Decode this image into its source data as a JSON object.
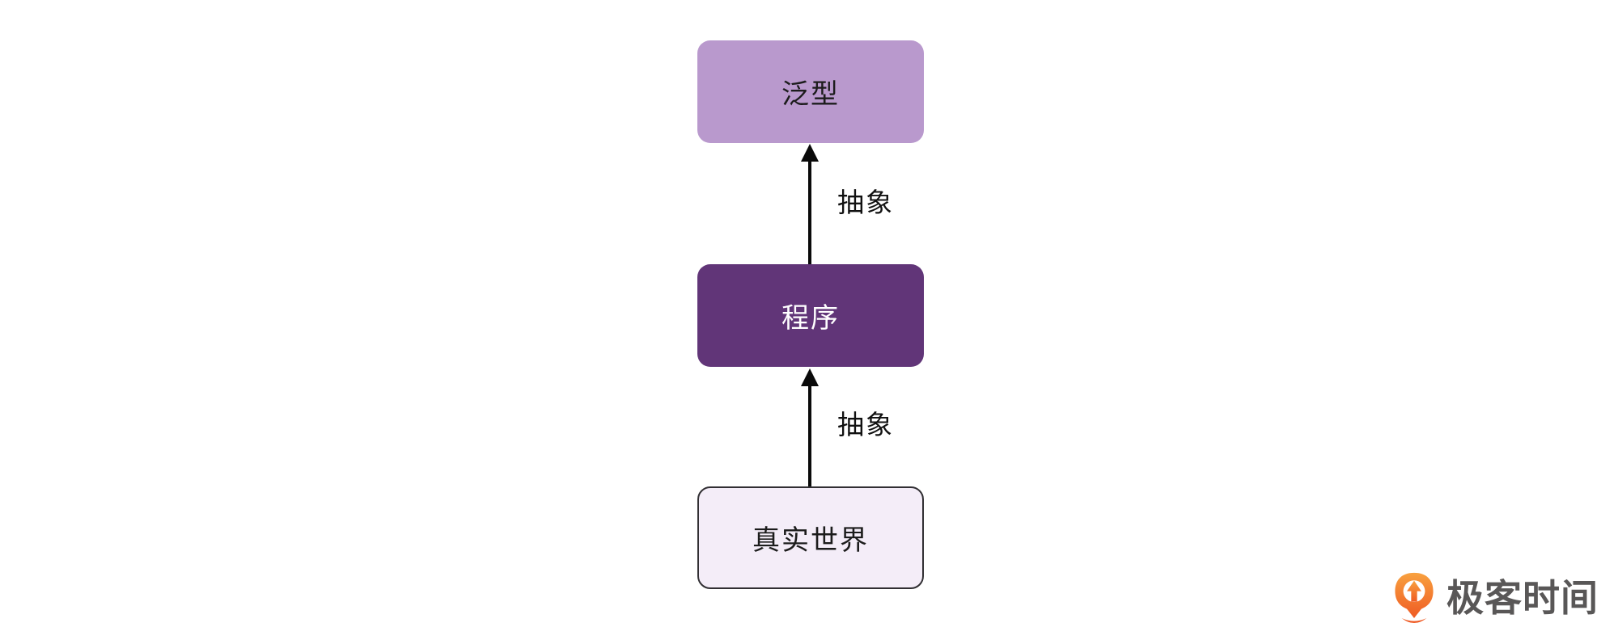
{
  "diagram": {
    "nodes": [
      {
        "id": "generics",
        "label": "泛型",
        "fill": "#b999cd",
        "text_color": "#1c1c1c"
      },
      {
        "id": "program",
        "label": "程序",
        "fill": "#613578",
        "text_color": "#ffffff"
      },
      {
        "id": "real-world",
        "label": "真实世界",
        "fill": "#f4edf8",
        "text_color": "#1c1c1c",
        "border_color": "#312f33"
      }
    ],
    "edges": [
      {
        "from": "program",
        "to": "generics",
        "label": "抽象",
        "arrow_color": "#0a0a0a"
      },
      {
        "from": "real-world",
        "to": "program",
        "label": "抽象",
        "arrow_color": "#0a0a0a"
      }
    ]
  },
  "branding": {
    "logo_text": "极客时间",
    "logo_text_color": "#595757",
    "logo_icon_color_top": "#f8a13f",
    "logo_icon_color_bottom": "#ef5b24"
  }
}
